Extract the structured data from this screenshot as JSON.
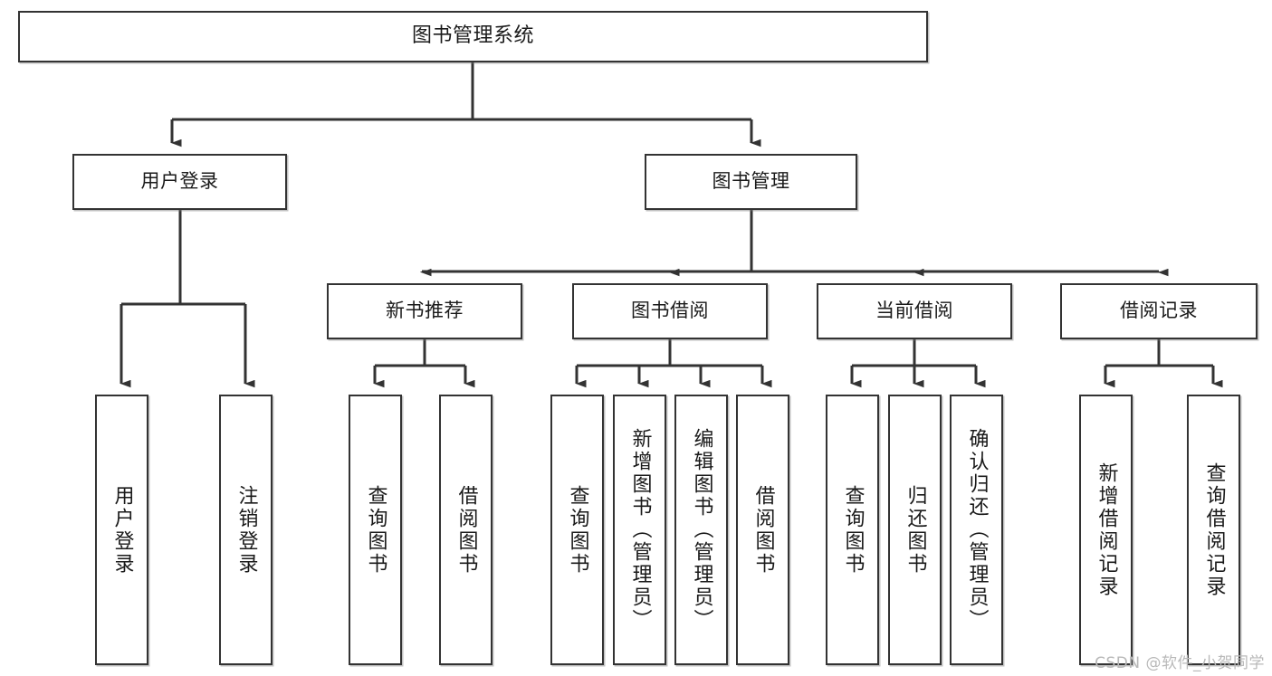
{
  "diagram": {
    "title": "图书管理系统",
    "type": "tree",
    "watermark": "CSDN @软件_小贺同学",
    "colors": {
      "box_border": "#333333",
      "box_fill": "#ffffff",
      "edge": "#333333",
      "text": "#1a1a1a",
      "watermark": "#b9b9b9",
      "background": "#ffffff"
    },
    "levels": {
      "level1": [
        {
          "id": "root",
          "label": "图书管理系统"
        }
      ],
      "level2": [
        {
          "id": "user-login",
          "label": "用户登录"
        },
        {
          "id": "book-manage",
          "label": "图书管理"
        }
      ],
      "level3": [
        {
          "id": "new-book-rec",
          "label": "新书推荐"
        },
        {
          "id": "book-borrow",
          "label": "图书借阅"
        },
        {
          "id": "current-borrow",
          "label": "当前借阅"
        },
        {
          "id": "borrow-record",
          "label": "借阅记录"
        }
      ],
      "level4": [
        {
          "id": "leaf-user-login",
          "label": "用户登录",
          "parent": "user-login"
        },
        {
          "id": "leaf-logout",
          "label": "注销登录",
          "parent": "user-login"
        },
        {
          "id": "leaf-query-book-1",
          "label": "查询图书",
          "parent": "new-book-rec"
        },
        {
          "id": "leaf-borrow-book-1",
          "label": "借阅图书",
          "parent": "new-book-rec"
        },
        {
          "id": "leaf-query-book-2",
          "label": "查询图书",
          "parent": "book-borrow"
        },
        {
          "id": "leaf-add-book",
          "label": "新增图书（管理员）",
          "parent": "book-borrow"
        },
        {
          "id": "leaf-edit-book",
          "label": "编辑图书（管理员）",
          "parent": "book-borrow"
        },
        {
          "id": "leaf-borrow-book-2",
          "label": "借阅图书",
          "parent": "book-borrow"
        },
        {
          "id": "leaf-query-book-3",
          "label": "查询图书",
          "parent": "current-borrow"
        },
        {
          "id": "leaf-return-book",
          "label": "归还图书",
          "parent": "current-borrow"
        },
        {
          "id": "leaf-confirm-return",
          "label": "确认归还（管理员）",
          "parent": "current-borrow"
        },
        {
          "id": "leaf-add-record",
          "label": "新增借阅记录",
          "parent": "borrow-record"
        },
        {
          "id": "leaf-query-record",
          "label": "查询借阅记录",
          "parent": "borrow-record"
        }
      ]
    }
  }
}
